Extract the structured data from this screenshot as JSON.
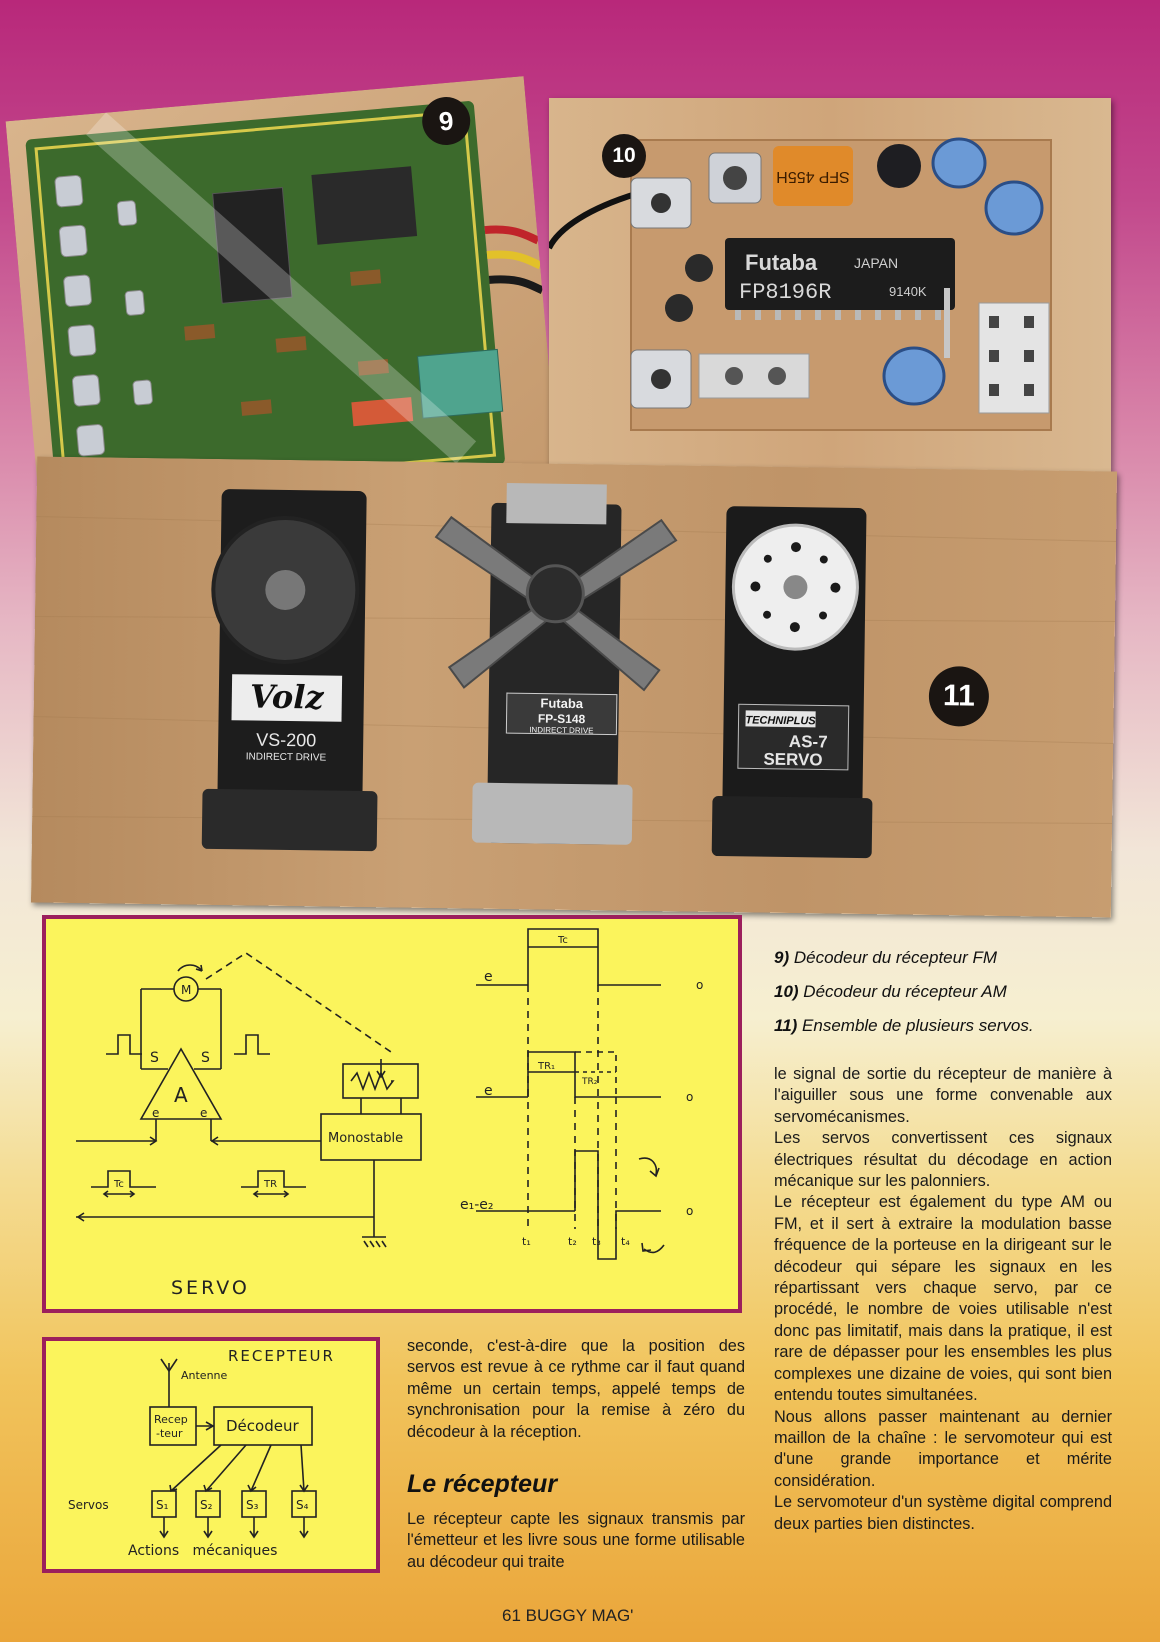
{
  "photos": {
    "p9": {
      "badge": "9"
    },
    "p10": {
      "badge": "10",
      "chip_brand": "Futaba",
      "chip_origin": "JAPAN",
      "chip_part": "FP8196R",
      "chip_code": "9140K",
      "filter_label": "SFP 455H"
    },
    "p11": {
      "badge": "11",
      "servo1_brand": "Volz",
      "servo1_model": "VS-200",
      "servo1_sub": "INDIRECT DRIVE",
      "servo2_brand": "Futaba",
      "servo2_model": "FP-S148",
      "servo2_sub": "INDIRECT DRIVE",
      "servo3_brand": "TECHNIPLUS",
      "servo3_model": "AS-7",
      "servo3_sub": "SERVO"
    }
  },
  "servo_diagram": {
    "motor": "M",
    "amp": "A",
    "s1": "S",
    "s2": "S",
    "e1": "e",
    "e2": "e",
    "mono": "Monostable",
    "tc": "Tc",
    "tr": "TR",
    "title": "SERVO",
    "wave_e1": "e",
    "wave_e2": "e",
    "wave_diff": "e₁-e₂",
    "wave_tc": "Tc",
    "wave_tr1": "TR₁",
    "wave_tr2": "TR₂",
    "zero": "o",
    "t1": "t₁",
    "t2": "t₂",
    "t3": "t₃",
    "t4": "t₄"
  },
  "receiver_diagram": {
    "title": "RECEPTEUR",
    "antenna": "Antenne",
    "recep1": "Recep",
    "recep2": "-teur",
    "decoder": "Décodeur",
    "servos": "Servos",
    "s1": "S₁",
    "s2": "S₂",
    "s3": "S₃",
    "s4": "S₄",
    "actions": "Actions   mécaniques"
  },
  "captions": [
    {
      "num": "9)",
      "text": " Décodeur du récepteur FM"
    },
    {
      "num": "10)",
      "text": " Décodeur du récepteur AM"
    },
    {
      "num": "11)",
      "text": " Ensemble de plusieurs servos."
    }
  ],
  "middle_column": {
    "para1": "seconde, c'est-à-dire que la position des servos est revue à ce rythme car il faut quand même un certain temps, appelé temps de synchronisation pour la remise à zéro du décodeur à la réception.",
    "heading": "Le récepteur",
    "para2": "Le récepteur capte les signaux transmis par l'émetteur et les livre sous une forme utilisable au décodeur qui traite"
  },
  "right_column": {
    "para1": "le signal de sortie du récepteur de manière à l'aiguiller sous une forme convenable aux servomécanismes.",
    "para2": "Les servos convertissent ces signaux électriques résultat du décodage en action mécanique sur les palonniers.",
    "para3": "Le récepteur est également du type AM ou FM, et il sert à extraire la modulation basse fréquence de la porteuse en la dirigeant sur le décodeur qui sépare les signaux en les répartissant vers chaque servo, par ce procédé, le nombre de voies utilisable n'est donc pas limitatif, mais dans la pratique, il est rare de dépasser pour les ensembles les plus complexes une dizaine de voies, qui sont bien entendu toutes simultanées.",
    "para4": "Nous allons passer maintenant au dernier maillon de la chaîne : le servomoteur qui est d'une grande importance et mérite considération.",
    "para5": "Le servomoteur d'un système digital comprend deux parties bien distinctes."
  },
  "folio": "61 BUGGY MAG'"
}
